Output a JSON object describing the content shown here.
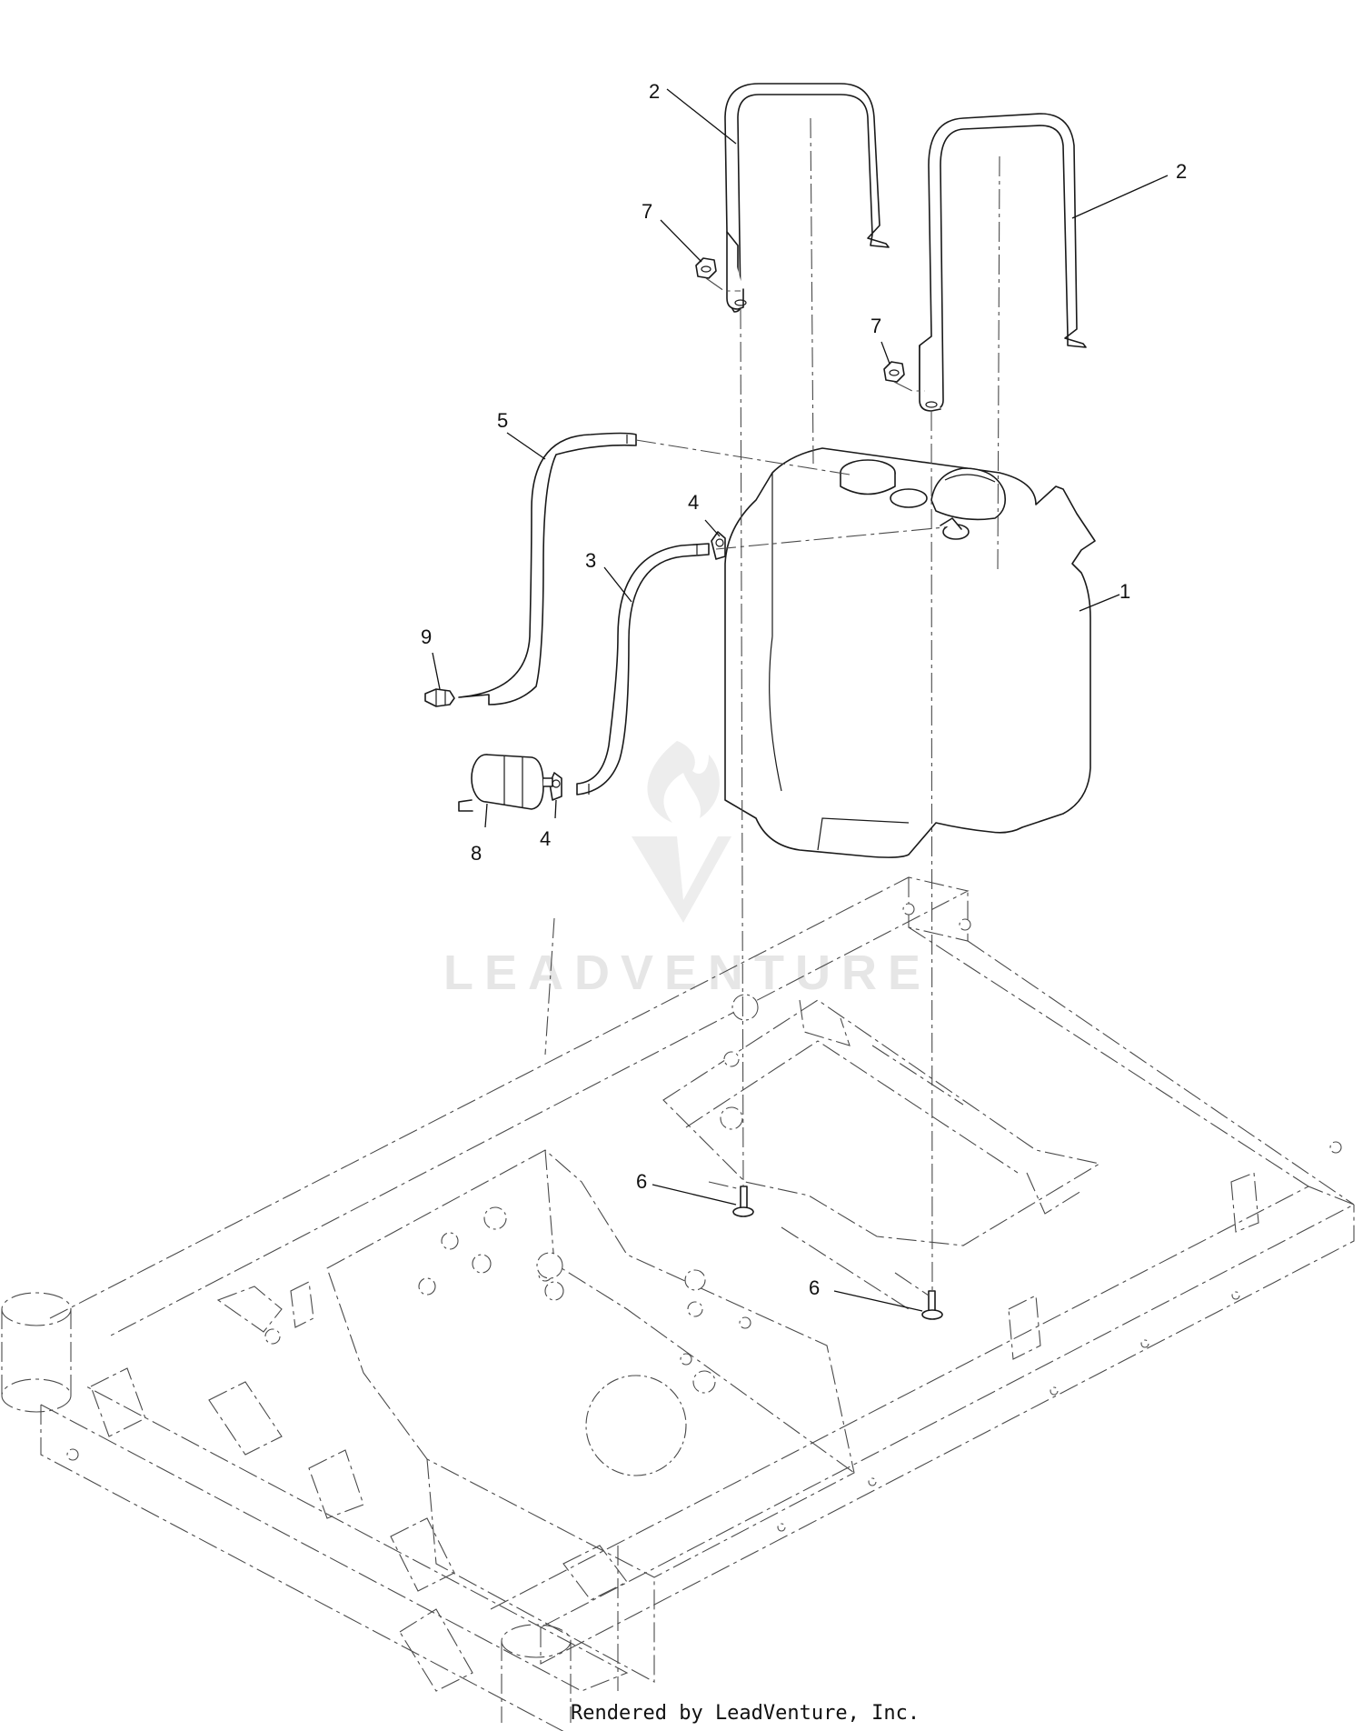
{
  "callouts": [
    {
      "label": "1"
    },
    {
      "label": "2"
    },
    {
      "label": "2"
    },
    {
      "label": "3"
    },
    {
      "label": "4"
    },
    {
      "label": "4"
    },
    {
      "label": "5"
    },
    {
      "label": "6"
    },
    {
      "label": "6"
    },
    {
      "label": "7"
    },
    {
      "label": "7"
    },
    {
      "label": "8"
    },
    {
      "label": "9"
    }
  ],
  "watermark": {
    "text": "LEADVENTURE"
  },
  "footer": {
    "credit": "Rendered by LeadVenture, Inc."
  }
}
